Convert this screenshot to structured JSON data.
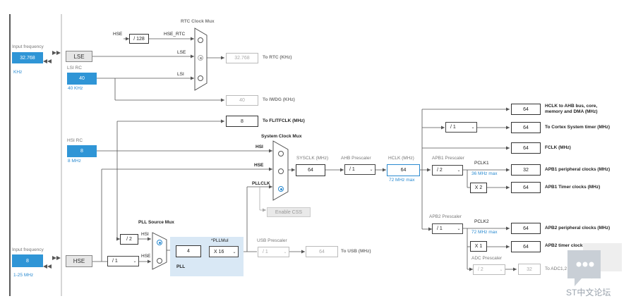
{
  "left_sources": {
    "lse_input_title": "Input frequency",
    "lse_input_value": "32.768",
    "lse_input_unit": "KHz",
    "lse_label": "LSE",
    "lsi_title": "LSI RC",
    "lsi_value": "40",
    "lsi_unit": "40 KHz",
    "hsi_title": "HSI RC",
    "hsi_value": "8",
    "hsi_unit": "8 MHz",
    "hse_input_title": "Input frequency",
    "hse_input_value": "8",
    "hse_input_range": "1-25 MHz",
    "hse_label": "HSE"
  },
  "rtc": {
    "mux_title": "RTC Clock Mux",
    "hse_label": "HSE",
    "div_value": "/ 128",
    "hse_rtc_label": "HSE_RTC",
    "lse_label": "LSE",
    "lsi_label": "LSI",
    "output_value": "32.768",
    "output_label": "To RTC (KHz)"
  },
  "iwdg": {
    "value": "40",
    "label": "To IWDG (KHz)"
  },
  "flitf": {
    "value": "8",
    "label": "To FLITFCLK (MHz)"
  },
  "sysmux": {
    "title": "System Clock Mux",
    "hsi_label": "HSI",
    "hse_label": "HSE",
    "pllclk_label": "PLLCLK",
    "enable_css": "Enable CSS"
  },
  "sysclk": {
    "title": "SYSCLK (MHz)",
    "value": "64"
  },
  "ahb": {
    "title": "AHB Prescaler",
    "value": "/ 1"
  },
  "hclk": {
    "title": "HCLK (MHz)",
    "value": "64",
    "max": "72 MHz max"
  },
  "apb1": {
    "title": "APB1 Prescaler",
    "value": "/ 2",
    "pclk_title": "PCLK1",
    "pclk_max": "36 MHz max",
    "timer_mult": "X 2"
  },
  "apb2": {
    "title": "APB2 Prescaler",
    "value": "/ 1",
    "pclk_title": "PCLK2",
    "pclk_max": "72 MHz max",
    "timer_mult": "X 1"
  },
  "adc": {
    "title": "ADC Prescaler",
    "value": "/ 2",
    "output": "32",
    "label": "To ADC1,2"
  },
  "cortex": {
    "div_value": "/ 1"
  },
  "outputs": [
    {
      "value": "64",
      "label": "HCLK to AHB bus, core, memory and DMA (MHz)"
    },
    {
      "value": "64",
      "label": "To Cortex System timer (MHz)"
    },
    {
      "value": "64",
      "label": "FCLK (MHz)"
    },
    {
      "value": "32",
      "label": "APB1 peripheral clocks (MHz)"
    },
    {
      "value": "64",
      "label": "APB1 Timer clocks (MHz)"
    },
    {
      "value": "64",
      "label": "APB2 peripheral clocks (MHz)"
    },
    {
      "value": "64",
      "label": "APB2 timer clocks (MHz)"
    }
  ],
  "pll": {
    "source_mux_title": "PLL Source Mux",
    "hsi_div": "/ 2",
    "hsi_label": "HSI",
    "hse_label": "HSE",
    "hse_div": "/ 1",
    "value": "4",
    "mul_title": "*PLLMul",
    "mul_value": "X 16",
    "label": "PLL"
  },
  "usb": {
    "title": "USB Prescaler",
    "value": "/ 1",
    "output": "64",
    "label": "To USB (MHz)"
  },
  "watermark": {
    "text": "ST中文论坛"
  },
  "colors": {
    "accent": "#2f95d6",
    "pll_panel": "#d9e8f5",
    "line": "#444444"
  }
}
